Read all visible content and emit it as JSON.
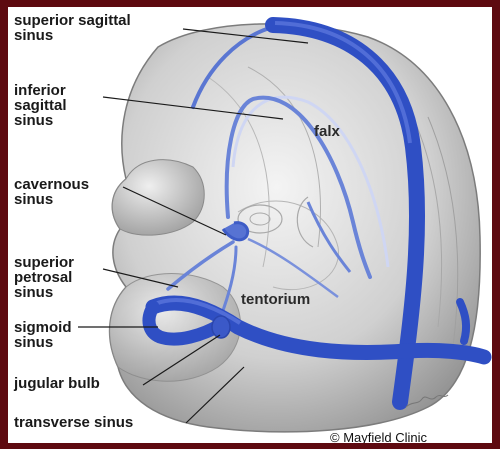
{
  "labels": {
    "superior_sagittal": "superior sagittal\nsinus",
    "inferior_sagittal": "inferior\nsagittal\nsinus",
    "cavernous": "cavernous\nsinus",
    "superior_petrosal": "superior\npetrosal\nsinus",
    "sigmoid": "sigmoid\nsinus",
    "jugular_bulb": "jugular bulb",
    "transverse": "transverse sinus",
    "falx": "falx",
    "tentorium": "tentorium"
  },
  "credit": "© Mayfield Clinic",
  "colors": {
    "background": "#5e0a10",
    "sinus": "#2f4fc4",
    "brain": "#c8c8c8"
  }
}
